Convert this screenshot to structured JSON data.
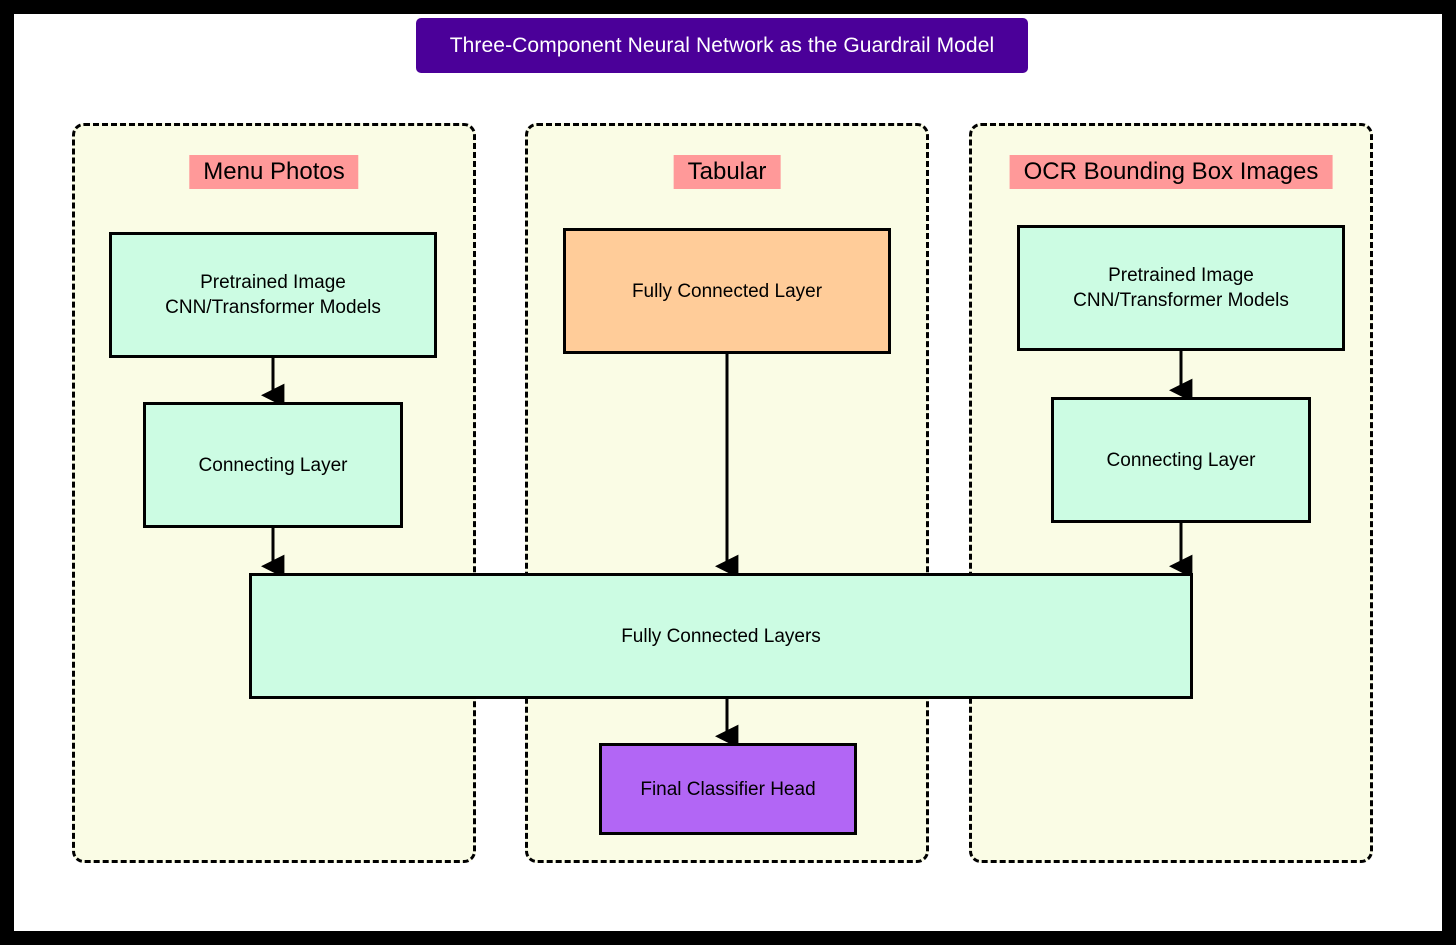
{
  "diagram": {
    "title": "Three-Component Neural Network as the Guardrail Model",
    "colors": {
      "title_bar": "#4B0099",
      "title_text": "#FFFFFF",
      "subgraph_background": "#FAFCE5",
      "subgraph_border": "#000000",
      "subgraph_label": "#FF9999",
      "node_mint": "#CCFCE3",
      "node_peach": "#FFCC99",
      "node_violet": "#B266F5",
      "edge": "#000000",
      "page_background": "#FFFFFF",
      "frame": "#000000"
    },
    "columns": [
      {
        "key": "menu_photos",
        "label": "Menu Photos",
        "nodes": [
          {
            "key": "pretrained_image_model",
            "label": "Pretrained Image\nCNN/Transformer Models",
            "line1": "Pretrained Image",
            "line2": "CNN/Transformer Models",
            "fill": "mint"
          },
          {
            "key": "connecting_layer",
            "label": "Connecting Layer",
            "fill": "mint"
          }
        ]
      },
      {
        "key": "tabular",
        "label": "Tabular",
        "nodes": [
          {
            "key": "fully_connected_layer",
            "label": "Fully Connected Layer",
            "fill": "peach"
          }
        ]
      },
      {
        "key": "ocr_bounding_box_images",
        "label": "OCR Bounding Box Images",
        "nodes": [
          {
            "key": "pretrained_image_model",
            "label": "Pretrained Image\nCNN/Transformer Models",
            "line1": "Pretrained Image",
            "line2": "CNN/Transformer Models",
            "fill": "mint"
          },
          {
            "key": "connecting_layer",
            "label": "Connecting Layer",
            "fill": "mint"
          }
        ]
      }
    ],
    "shared_nodes": [
      {
        "key": "fully_connected_layers",
        "label": "Fully Connected Layers",
        "fill": "mint"
      },
      {
        "key": "final_classifier_head",
        "label": "Final Classifier Head",
        "fill": "violet"
      }
    ],
    "edges": [
      {
        "from": "menu_photos.pretrained_image_model",
        "to": "menu_photos.connecting_layer"
      },
      {
        "from": "menu_photos.connecting_layer",
        "to": "fully_connected_layers"
      },
      {
        "from": "tabular.fully_connected_layer",
        "to": "fully_connected_layers"
      },
      {
        "from": "ocr_bounding_box_images.pretrained_image_model",
        "to": "ocr_bounding_box_images.connecting_layer"
      },
      {
        "from": "ocr_bounding_box_images.connecting_layer",
        "to": "fully_connected_layers"
      },
      {
        "from": "fully_connected_layers",
        "to": "final_classifier_head"
      }
    ]
  }
}
